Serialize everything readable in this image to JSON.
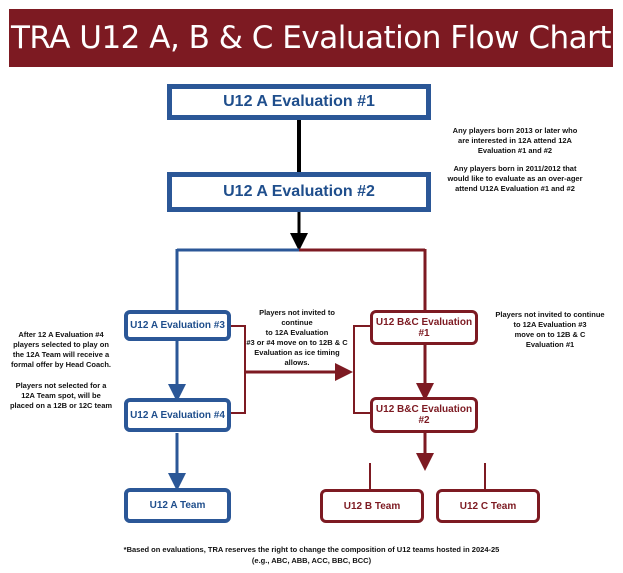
{
  "title": "TRA U12 A, B & C Evaluation Flow Chart",
  "boxes": {
    "eval1": "U12 A Evaluation #1",
    "eval2": "U12 A Evaluation #2",
    "eval3": "U12 A Evaluation #3",
    "eval4": "U12 A Evaluation #4",
    "bc1_line1": "U12 B&C Evaluation",
    "bc1_line2": "#1",
    "bc2_line1": "U12 B&C Evaluation",
    "bc2_line2": "#2",
    "team_a": "U12 A Team",
    "team_b": "U12 B Team",
    "team_c": "U12 C Team"
  },
  "notes": {
    "right_top_1": [
      "Any players born 2013 or later who",
      "are interested in 12A attend 12A",
      "Evaluation #1 and #2"
    ],
    "right_top_2": [
      "Any players born in 2011/2012 that",
      "would like to evaluate as an over-ager",
      "attend U12A Evaluation #1 and #2"
    ],
    "center": [
      "Players not invited to",
      "continue",
      "to 12A Evaluation",
      "#3 or #4 move on to 12B & C",
      "Evaluation as ice timing",
      "allows."
    ],
    "right_mid": [
      "Players not invited to continue",
      "to 12A Evaluation #3",
      "move on to 12B & C",
      "Evaluation #1"
    ],
    "left_1": [
      "After 12 A  Evaluation #4",
      "players selected to play on",
      "the 12A Team will receive a",
      "formal offer by Head Coach."
    ],
    "left_2": [
      "Players not selected for a",
      "12A Team spot, will be",
      "placed on a 12B or 12C team"
    ]
  },
  "footer": {
    "line1": "*Based on evaluations, TRA reserves the right to change the composition of U12 teams hosted in 2024-25",
    "line2": "(e.g., ABC, ABB, ACC, BBC, BCC)"
  },
  "colors": {
    "blue": "#2b5797",
    "red": "#7d1a22",
    "black": "#000000"
  }
}
